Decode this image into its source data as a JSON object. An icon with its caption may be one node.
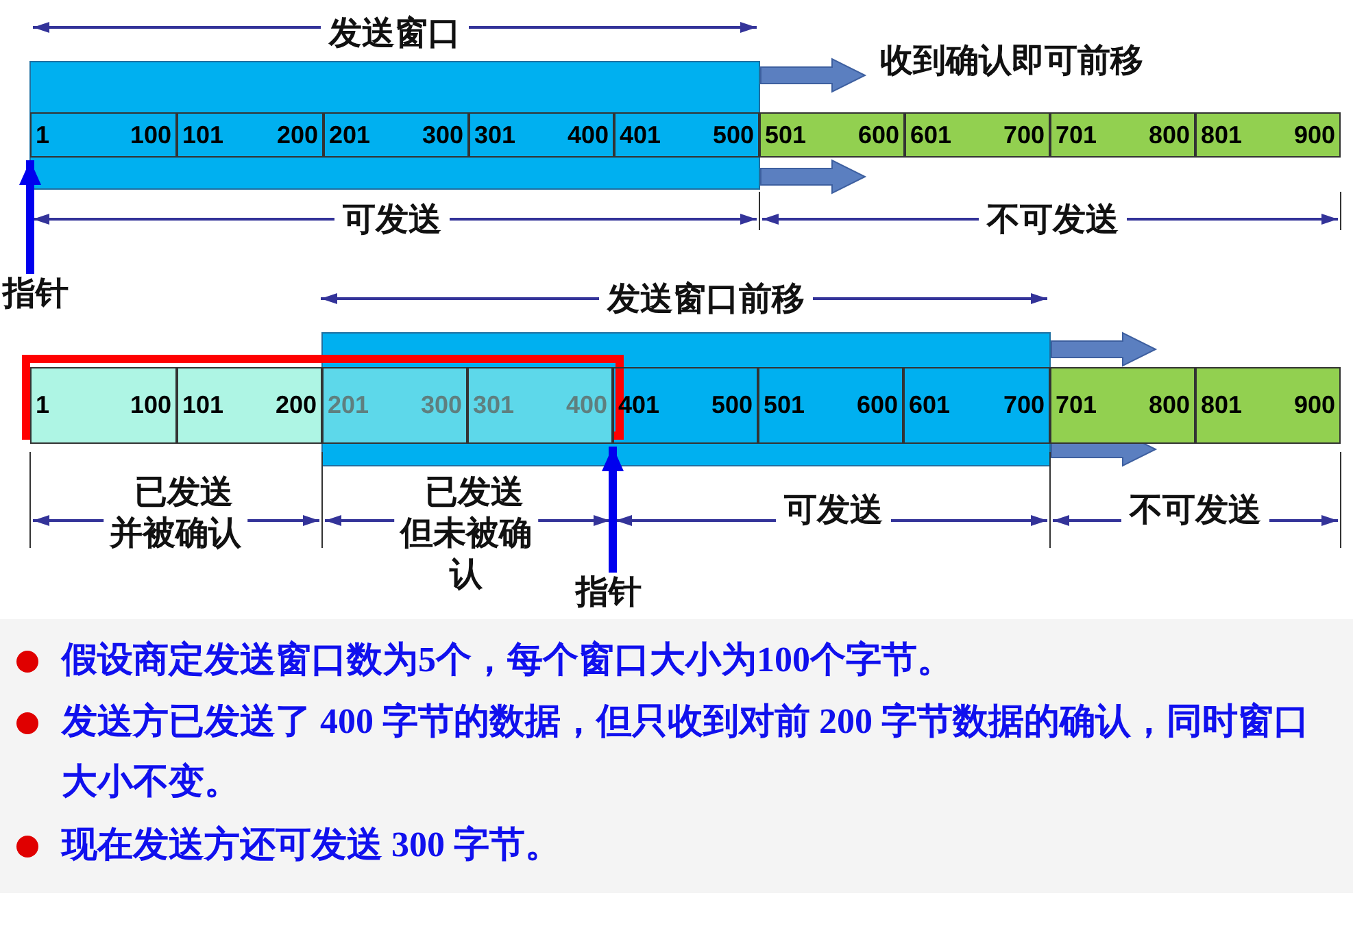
{
  "diagram": {
    "nodes": [
      {
        "text": [
          "1",
          "100"
        ]
      },
      {
        "text": [
          "101",
          "200"
        ]
      },
      {
        "text": [
          "201",
          "300"
        ]
      },
      {
        "text": [
          "301",
          "400"
        ]
      },
      {
        "text": [
          "401",
          "500"
        ]
      },
      {
        "text": [
          "501",
          "600"
        ]
      },
      {
        "text": [
          "601",
          "700"
        ]
      },
      {
        "text": [
          "701",
          "800"
        ]
      },
      {
        "text": [
          "801",
          "900"
        ]
      },
      {
        "text": [
          "1",
          "100"
        ]
      },
      {
        "text": [
          "101",
          "200"
        ]
      },
      {
        "text": [
          "201",
          "300"
        ]
      },
      {
        "text": [
          "301",
          "400"
        ]
      },
      {
        "text": [
          "401",
          "500"
        ]
      },
      {
        "text": [
          "501",
          "600"
        ]
      },
      {
        "text": [
          "601",
          "700"
        ]
      },
      {
        "text": [
          "701",
          "800"
        ]
      },
      {
        "text": [
          "801",
          "900"
        ]
      },
      {
        "text": [
          "指针"
        ]
      },
      {
        "text": [
          "指针"
        ]
      }
    ],
    "edges": [
      {
        "from": 18,
        "to": 0,
        "arrow": "to"
      },
      {
        "from": 19,
        "to": 12,
        "arrow": "to"
      }
    ],
    "labels": [
      "发送窗口",
      "收到确认即可前移",
      "可发送",
      "不可发送",
      "发送窗口前移",
      "已发送并被确认",
      "已发送但未被确认",
      "可发送",
      "不可发送",
      "假设商定发送窗口数为5个，每个窗口大小为100个字节。",
      "发送方已发送了 400 字节的数据，但只收到对前 200 字节数据的确认，同时窗口大小不变。",
      "现在发送方还可发送 300 字节。"
    ]
  }
}
